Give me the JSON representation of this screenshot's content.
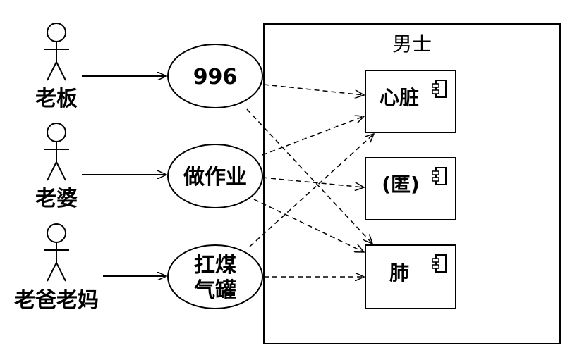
{
  "system": {
    "label": "男士"
  },
  "actors": [
    {
      "id": "boss",
      "label": "老板"
    },
    {
      "id": "wife",
      "label": "老婆"
    },
    {
      "id": "parents",
      "label": "老爸老妈"
    }
  ],
  "usecases": [
    {
      "id": "uc996",
      "lines": [
        "996"
      ]
    },
    {
      "id": "homework",
      "lines": [
        "做作业"
      ]
    },
    {
      "id": "gas",
      "lines": [
        "扛煤",
        "气罐"
      ]
    }
  ],
  "components": [
    {
      "id": "heart",
      "label": "心脏"
    },
    {
      "id": "hidden",
      "label": "(匿)"
    },
    {
      "id": "lung",
      "label": "肺"
    }
  ],
  "associations": [
    {
      "from": "boss",
      "to": "uc996"
    },
    {
      "from": "wife",
      "to": "homework"
    },
    {
      "from": "parents",
      "to": "gas"
    }
  ],
  "dependencies": [
    {
      "from": "uc996",
      "to": "heart"
    },
    {
      "from": "uc996",
      "to": "lung"
    },
    {
      "from": "homework",
      "to": "heart"
    },
    {
      "from": "homework",
      "to": "hidden"
    },
    {
      "from": "homework",
      "to": "lung"
    },
    {
      "from": "gas",
      "to": "heart"
    },
    {
      "from": "gas",
      "to": "lung"
    }
  ]
}
